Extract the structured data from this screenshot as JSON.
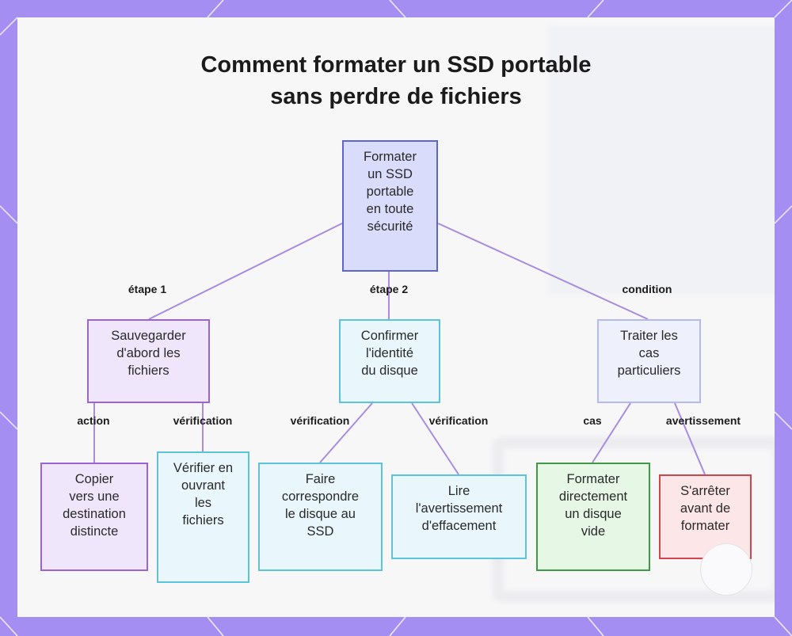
{
  "colors": {
    "frame": "#a48ef2",
    "edge": "#a98be0",
    "root_fill": "#d9dcfb",
    "root_border": "#5f66c9",
    "purple_fill": "#efe6fc",
    "purple_border": "#9a64d8",
    "cyan_fill": "#e9f6fc",
    "cyan_border": "#5bc4dc",
    "lav_fill": "#eef0fc",
    "lav_border": "#b4b9ee",
    "green_fill": "#e7f7e6",
    "green_border": "#3f9a45",
    "red_fill": "#fde6e8",
    "red_border": "#d1454f"
  },
  "diagram": {
    "title_line1": "Comment formater un SSD portable",
    "title_line2": "sans perdre de fichiers",
    "nodes": {
      "root": "Formater\nun SSD\nportable\nen toute\nsécurité",
      "backup": "Sauvegarder\nd'abord les\nfichiers",
      "confirm": "Confirmer\nl'identité\ndu disque",
      "special": "Traiter les\ncas\nparticuliers",
      "copy": "Copier\nvers une\ndestination\ndistincte",
      "verify_open": "Vérifier en\nouvrant\nles\nfichiers",
      "match_disk": "Faire\ncorrespondre\nle disque au\nSSD",
      "read_warning": "Lire\nl'avertissement\nd'effacement",
      "format_empty": "Formater\ndirectement\nun disque\nvide",
      "stop_before": "S'arrêter\navant de\nformater"
    },
    "edge_labels": {
      "root_backup": "étape 1",
      "root_confirm": "étape 2",
      "root_special": "condition",
      "backup_copy": "action",
      "backup_verify": "vérification",
      "confirm_match": "vérification",
      "confirm_read": "vérification",
      "special_format": "cas",
      "special_stop": "avertissement"
    }
  }
}
